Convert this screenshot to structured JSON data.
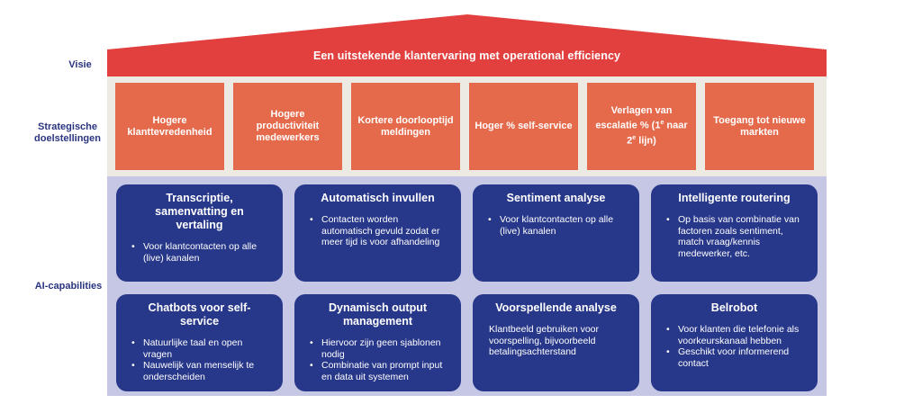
{
  "labels": {
    "visie": "Visie",
    "strategische": "Strategische doelstellingen",
    "ai": "AI-capabilities"
  },
  "vision": "Een uitstekende klantervaring met operational efficiency",
  "goals": [
    "Hogere klanttevredenheid",
    "Hogere productiviteit medewerkers",
    "Kortere doorlooptijd meldingen",
    "Hoger % self-service",
    "Verlagen van escalatie % (1e naar 2e lijn)",
    "Toegang tot nieuwe markten"
  ],
  "capabilities": [
    {
      "title": "Transcriptie, samenvatting en vertaling",
      "bullets": [
        "Voor klantcontacten op alle (live) kanalen"
      ]
    },
    {
      "title": "Automatisch invullen",
      "bullets": [
        "Contacten worden automatisch gevuld zodat er meer tijd is voor afhandeling"
      ]
    },
    {
      "title": "Sentiment analyse",
      "bullets": [
        "Voor klantcontacten op alle (live) kanalen"
      ]
    },
    {
      "title": "Intelligente routering",
      "bullets": [
        "Op basis van combinatie van factoren zoals sentiment, match vraag/kennis medewerker, etc."
      ]
    },
    {
      "title": "Chatbots voor self-service",
      "bullets": [
        "Natuurlijke taal en open vragen",
        "Nauwelijk van menselijk te onderscheiden"
      ]
    },
    {
      "title": "Dynamisch output management",
      "bullets": [
        "Hiervoor zijn geen sjablonen nodig",
        "Combinatie van prompt input en data uit systemen"
      ]
    },
    {
      "title": "Voorspellende analyse",
      "text": "Klantbeeld gebruiken voor voorspelling, bijvoorbeeld betalingsachterstand"
    },
    {
      "title": "Belrobot",
      "bullets": [
        "Voor klanten die telefonie als voorkeurskanaal hebben",
        "Geschikt voor informerend contact"
      ]
    }
  ],
  "colors": {
    "roof": "#e2403f",
    "goal": "#e56a4b",
    "goals_band": "#ede9e3",
    "cap_band": "#c5c7e4",
    "card": "#273789",
    "label": "#2b3480"
  }
}
